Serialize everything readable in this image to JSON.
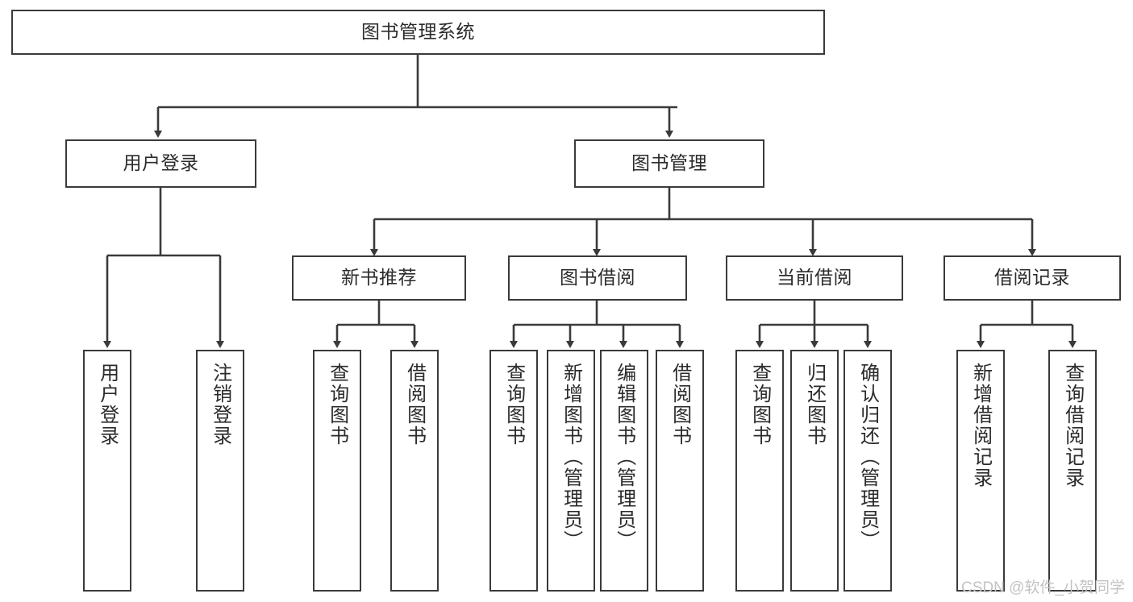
{
  "diagram": {
    "type": "tree",
    "title": "图书管理系统",
    "colors": {
      "border": "#3a3a3a",
      "text": "#2b2b2b",
      "background": "#ffffff",
      "edge": "#3a3a3a",
      "watermark": "#c3c3c3"
    },
    "watermark": "CSDN @软件_小贺同学",
    "nodes": {
      "root": {
        "label": "图书管理系统"
      },
      "level1": [
        {
          "id": "user-login",
          "label": "用户登录"
        },
        {
          "id": "book-management",
          "label": "图书管理"
        }
      ],
      "level2": [
        {
          "id": "new-book-recommend",
          "label": "新书推荐"
        },
        {
          "id": "book-borrow",
          "label": "图书借阅"
        },
        {
          "id": "current-borrow",
          "label": "当前借阅"
        },
        {
          "id": "borrow-record",
          "label": "借阅记录"
        }
      ],
      "leaves": {
        "user-login": [
          {
            "id": "leaf-user-login",
            "label": "用户登录"
          },
          {
            "id": "leaf-logout-login",
            "label": "注销登录"
          }
        ],
        "new-book-recommend": [
          {
            "id": "leaf-query-book-1",
            "label": "查询图书"
          },
          {
            "id": "leaf-borrow-book-1",
            "label": "借阅图书"
          }
        ],
        "book-borrow": [
          {
            "id": "leaf-query-book-2",
            "label": "查询图书"
          },
          {
            "id": "leaf-add-book",
            "label": "新增图书（管理员）"
          },
          {
            "id": "leaf-edit-book",
            "label": "编辑图书（管理员）"
          },
          {
            "id": "leaf-borrow-book-2",
            "label": "借阅图书"
          }
        ],
        "current-borrow": [
          {
            "id": "leaf-query-book-3",
            "label": "查询图书"
          },
          {
            "id": "leaf-return-book",
            "label": "归还图书"
          },
          {
            "id": "leaf-confirm-return",
            "label": "确认归还（管理员）"
          }
        ],
        "borrow-record": [
          {
            "id": "leaf-add-record",
            "label": "新增借阅记录"
          },
          {
            "id": "leaf-query-record",
            "label": "查询借阅记录"
          }
        ]
      }
    }
  }
}
